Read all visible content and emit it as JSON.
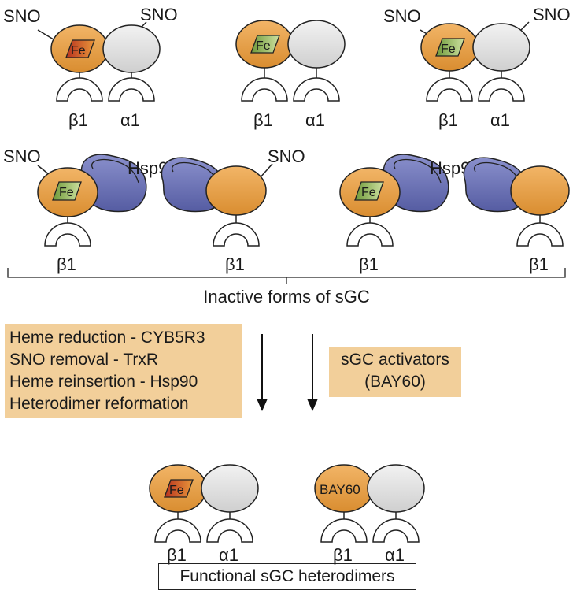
{
  "labels": {
    "sno": "SNO",
    "fe": "Fe",
    "beta1": "β1",
    "alpha1": "α1",
    "hsp90": "Hsp90",
    "bay60": "BAY60"
  },
  "inactive_caption": "Inactive forms of sGC",
  "pathway_left": [
    "Heme reduction - CYB5R3",
    "SNO removal - TrxR",
    "Heme reinsertion - Hsp90",
    "Heterodimer reformation"
  ],
  "pathway_right": [
    "sGC activators",
    "(BAY60)"
  ],
  "functional_caption": "Functional sGC heterodimers",
  "colors": {
    "beta_subunit": "#e6a24a",
    "alpha_subunit": "#dcdcdc",
    "hsp90": "#6f76b8",
    "heme_oxidized": "#c8452e",
    "heme_reduced": "#9cc05a",
    "box_fill": "#f2cf9a"
  }
}
